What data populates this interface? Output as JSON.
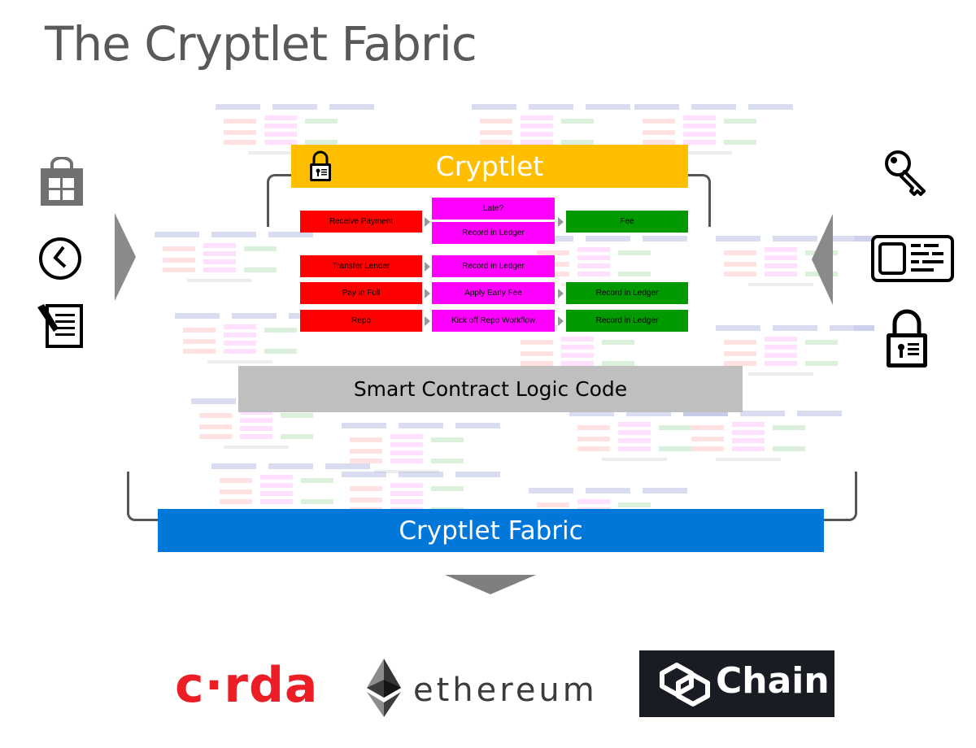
{
  "title": "The Cryptlet Fabric",
  "cryptlet": {
    "label": "Cryptlet",
    "icon": "padlock-icon",
    "color": "#ffbf00"
  },
  "workflow": {
    "rows": [
      {
        "step1": "Receive Payment",
        "step2a": "Late?",
        "step2b": "Record in Ledger",
        "step3": "Fee"
      },
      {
        "step1": "Transfer Lender",
        "step2": "Record in Ledger"
      },
      {
        "step1": "Pay in Full",
        "step2": "Apply Early Fee",
        "step3": "Record in Ledger"
      },
      {
        "step1": "Repo",
        "step2": "Kick off Repo Workflow",
        "step3": "Record in Ledger"
      }
    ],
    "colors": {
      "step1": "#ff0000",
      "step2": "#ff00ff",
      "step3": "#009900"
    }
  },
  "logic_code": {
    "label": "Smart Contract Logic Code",
    "color": "#bfbfbf"
  },
  "fabric": {
    "label": "Cryptlet Fabric",
    "color": "#0077d9"
  },
  "left_icons": [
    "store-bag-icon",
    "clock-icon",
    "document-pen-icon"
  ],
  "right_icons": [
    "key-icon",
    "id-card-icon",
    "padlock-icon"
  ],
  "platforms": {
    "corda": "c·rda",
    "ethereum": "ethereum",
    "chain": "Chain"
  }
}
